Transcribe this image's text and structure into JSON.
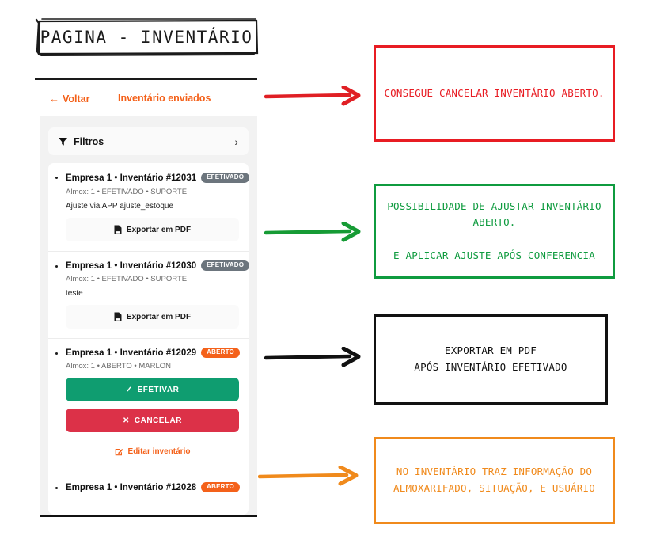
{
  "header": {
    "title": "PAGINA - INVENTÁRIO"
  },
  "nav": {
    "back_label": "Voltar",
    "back_arrow": "←",
    "sent_label": "Inventário enviados"
  },
  "filters": {
    "label": "Filtros",
    "icon": "funnel-icon",
    "chevron": "›"
  },
  "inventory_items": [
    {
      "title": "Empresa 1 • Inventário #12031",
      "badge": "EFETIVADO",
      "badge_style": "gray",
      "has_toggle": true,
      "meta": "Almox: 1 • EFETIVADO • SUPORTE",
      "note": "Ajuste via APP ajuste_estoque",
      "buttons": [
        {
          "label": "Exportar em PDF",
          "style": "pdf",
          "icon": "pdf-icon"
        }
      ]
    },
    {
      "title": "Empresa 1 • Inventário #12030",
      "badge": "EFETIVADO",
      "badge_style": "gray",
      "has_toggle": false,
      "meta": "Almox: 1 • EFETIVADO • SUPORTE",
      "note": "teste",
      "buttons": [
        {
          "label": "Exportar em PDF",
          "style": "pdf",
          "icon": "pdf-icon"
        }
      ]
    },
    {
      "title": "Empresa 1 • Inventário #12029",
      "badge": "ABERTO",
      "badge_style": "orange",
      "has_toggle": false,
      "meta": "Almox: 1 • ABERTO • MARLON",
      "note": "",
      "buttons": [
        {
          "label": "EFETIVAR",
          "style": "efetivar",
          "icon": "check-icon",
          "glyph": "✓"
        },
        {
          "label": "CANCELAR",
          "style": "cancelar",
          "icon": "x-icon",
          "glyph": "✕"
        },
        {
          "label": "Editar inventário",
          "style": "editar",
          "icon": "pencil-icon"
        }
      ]
    },
    {
      "title": "Empresa 1 • Inventário #12028",
      "badge": "ABERTO",
      "badge_style": "orange",
      "has_toggle": false,
      "meta": "",
      "note": "",
      "buttons": []
    }
  ],
  "annotations": {
    "red": "CONSEGUE CANCELAR INVENTÁRIO ABERTO.",
    "green": "POSSIBILIDADE DE AJUSTAR INVENTÁRIO ABERTO.\n\nE APLICAR AJUSTE APÓS CONFERENCIA",
    "black": "EXPORTAR EM PDF\nAPÓS INVENTÁRIO EFETIVADO",
    "orange": "NO INVENTÁRIO TRAZ INFORMAÇÃO DO ALMOXARIFADO, SITUAÇÃO, E USUÁRIO"
  },
  "colors": {
    "accent_orange": "#f4611a",
    "anno_red": "#e81c23",
    "anno_green": "#0f9b3f",
    "anno_black": "#111111",
    "anno_orange": "#f08a1c",
    "btn_green": "#0f9d70",
    "btn_red": "#dc3148",
    "badge_gray": "#6c757d"
  }
}
